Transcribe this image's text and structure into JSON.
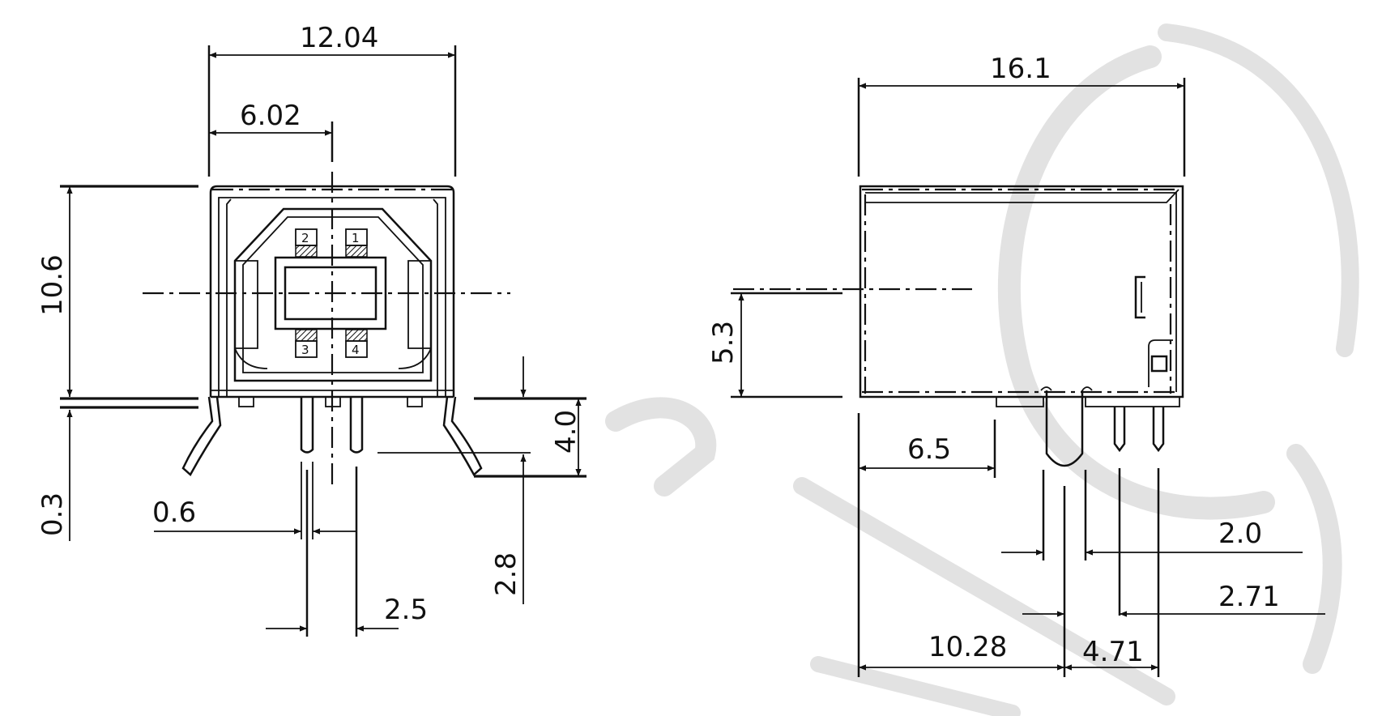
{
  "front_view": {
    "dims": {
      "overall_width": "12.04",
      "half_width": "6.02",
      "height": "10.6",
      "standoff": "0.3",
      "pin_width": "0.6",
      "pin_pitch": "2.5",
      "pin_length_upper": "4.0",
      "pin_length_lower": "2.8"
    },
    "pin_numbers": [
      "2",
      "1",
      "3",
      "4"
    ]
  },
  "side_view": {
    "dims": {
      "overall_length": "16.1",
      "center_height": "5.3",
      "front_to_post": "6.5",
      "post_gap": "2.0",
      "pin_spacing": "2.71",
      "front_to_pin": "10.28",
      "pin_offset": "4.71"
    }
  },
  "colors": {
    "line": "#111111",
    "watermark": "#e2e2e2"
  }
}
